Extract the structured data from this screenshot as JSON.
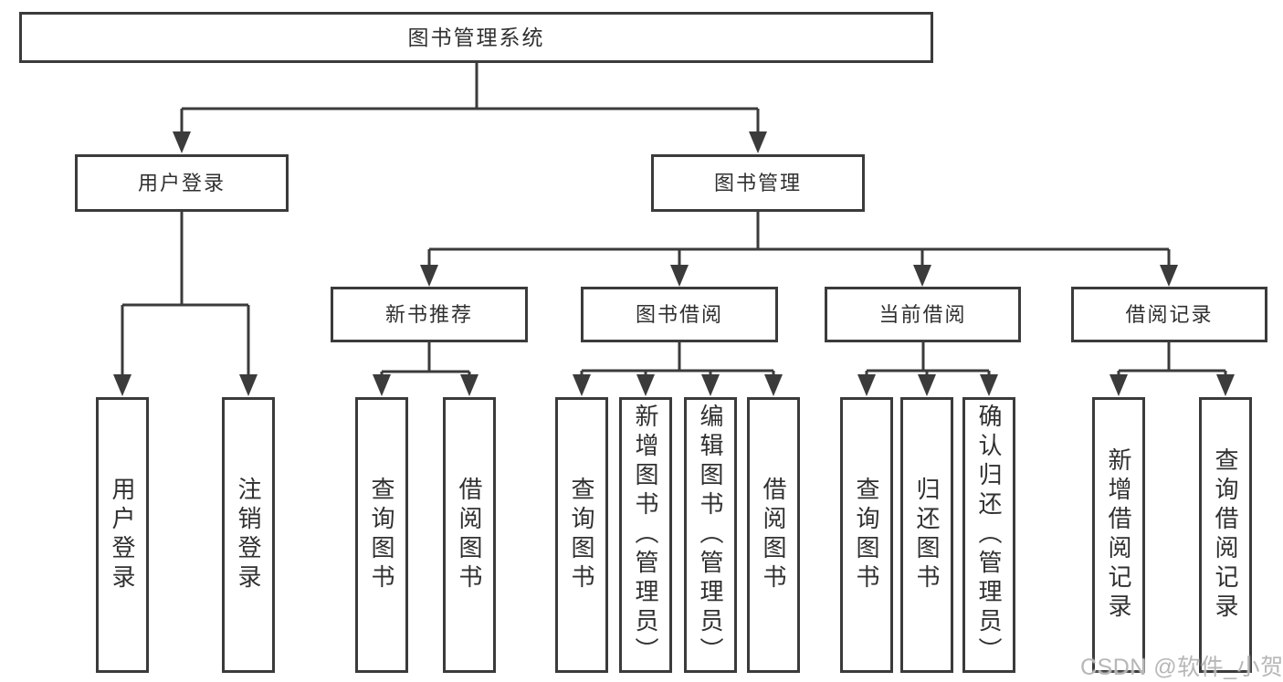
{
  "diagram": {
    "type": "tree",
    "watermark": "CSDN @软件_小贺同学",
    "colors": {
      "line": "#3b3b3b",
      "box_border": "#3b3b3b",
      "text": "#303030",
      "background": "#ffffff",
      "watermark": "#b7b7b7"
    },
    "tree": {
      "root": "图书管理系统",
      "branches": [
        {
          "label": "用户登录",
          "children": [
            "用户登录",
            "注销登录"
          ]
        },
        {
          "label": "图书管理",
          "children": [
            {
              "label": "新书推荐",
              "children": [
                "查询图书",
                "借阅图书"
              ]
            },
            {
              "label": "图书借阅",
              "children": [
                "查询图书",
                "新增图书（管理员）",
                "编辑图书（管理员）",
                "借阅图书"
              ]
            },
            {
              "label": "当前借阅",
              "children": [
                "查询图书",
                "归还图书",
                "确认归还（管理员）"
              ]
            },
            {
              "label": "借阅记录",
              "children": [
                "新增借阅记录",
                "查询借阅记录"
              ]
            }
          ]
        }
      ]
    }
  }
}
